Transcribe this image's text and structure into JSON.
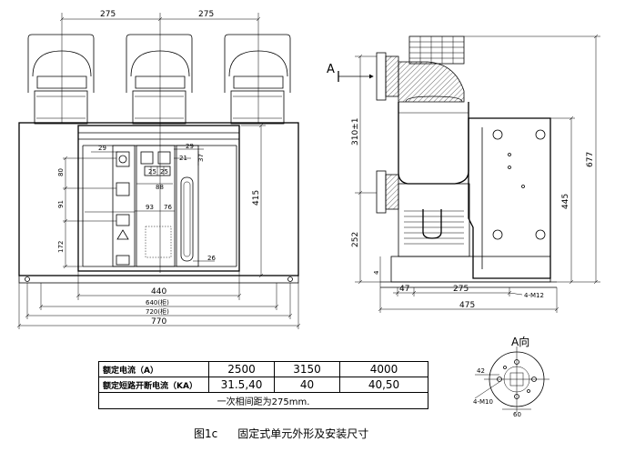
{
  "front_view": {
    "dims": {
      "pitch_left": "275",
      "pitch_right": "275",
      "d440": "440",
      "d640": "640(柜)",
      "d720": "720(柜)",
      "d770": "770",
      "d415": "415",
      "d80": "80",
      "d91": "91",
      "d172": "172",
      "d29a": "29",
      "d29b": "29",
      "d21": "21",
      "d37": "37",
      "d88": "88",
      "d93": "93",
      "d76": "76",
      "d26": "26",
      "d25a": "25",
      "d25b": "25"
    }
  },
  "side_view": {
    "view_marker": "A",
    "dims": {
      "d310": "310±1",
      "d252": "252",
      "d4": "4",
      "d47": "47",
      "d275": "275",
      "d475": "475",
      "d445": "445",
      "d677": "677",
      "holes": "4-M12"
    }
  },
  "detail_view": {
    "title": "A向",
    "labels": {
      "d42": "42",
      "holes": "4-M10",
      "d60": "60"
    }
  },
  "spec_table": {
    "row1_label": "额定电流（A）",
    "row1_values": [
      "2500",
      "3150",
      "4000"
    ],
    "row2_label": "额定短路开断电流（KA）",
    "row2_values": [
      "31.5,40",
      "40",
      "40,50"
    ],
    "footnote": "一次相间距为275mm."
  },
  "caption": {
    "figure_no": "图1c",
    "text": "固定式单元外形及安装尺寸"
  }
}
